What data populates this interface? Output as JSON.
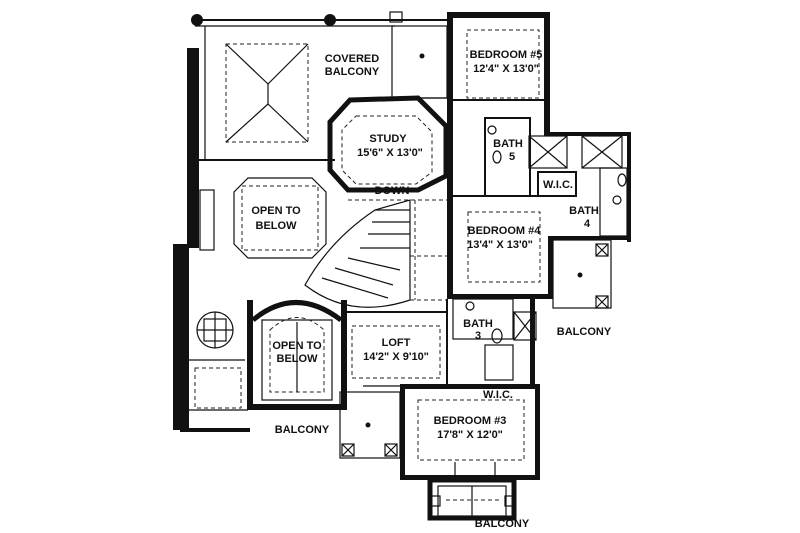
{
  "rooms": {
    "covered_balcony": {
      "line1": "COVERED",
      "line2": "BALCONY"
    },
    "bedroom5": {
      "name": "BEDROOM #5",
      "size": "12'4\" X 13'0\""
    },
    "study": {
      "name": "STUDY",
      "size": "15'6\" X 13'0\""
    },
    "bath5": {
      "name": "BATH",
      "num": "5"
    },
    "wic_upper": {
      "name": "W.I.C."
    },
    "bath4": {
      "name": "BATH",
      "num": "4"
    },
    "open_below_top": {
      "line1": "OPEN TO",
      "line2": "BELOW"
    },
    "down": {
      "name": "DOWN"
    },
    "bedroom4": {
      "name": "BEDROOM #4",
      "size": "13'4\" X 13'0\""
    },
    "balcony_right": {
      "name": "BALCONY"
    },
    "bath3": {
      "name": "BATH",
      "num": "3"
    },
    "open_below_bottom": {
      "line1": "OPEN TO",
      "line2": "BELOW"
    },
    "loft": {
      "name": "LOFT",
      "size": "14'2\" X 9'10\""
    },
    "wic_lower": {
      "name": "W.I.C."
    },
    "balcony_left": {
      "name": "BALCONY"
    },
    "bedroom3": {
      "name": "BEDROOM #3",
      "size": "17'8\" X 12'0\""
    },
    "balcony_bottom": {
      "name": "BALCONY"
    }
  }
}
